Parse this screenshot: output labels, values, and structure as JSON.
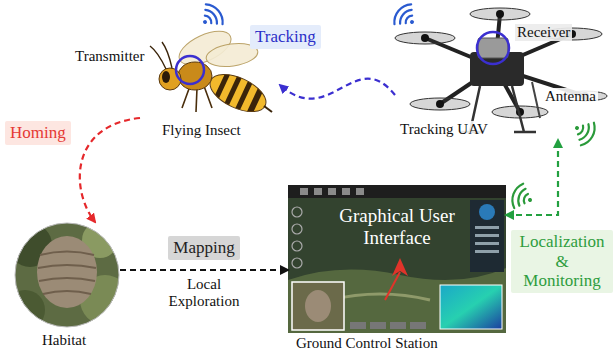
{
  "diagram": {
    "nodes": [
      {
        "text": [
          "Transmitter",
          "Flying Insect"
        ]
      },
      {
        "text": [
          "Receiver",
          "Antenna",
          "Tracking UAV"
        ]
      },
      {
        "text": [
          "Habitat"
        ]
      },
      {
        "text": [
          "Graphical User Interface",
          "Ground Control Station"
        ]
      }
    ],
    "edges": [
      {
        "from": 1,
        "to": 0,
        "label": "Tracking",
        "arrow": "to"
      },
      {
        "from": 0,
        "to": 2,
        "label": "Homing",
        "arrow": "to"
      },
      {
        "from": 2,
        "to": 3,
        "label": "Mapping",
        "arrow": "to"
      },
      {
        "from": 3,
        "to": 1,
        "label": "Localization & Monitoring",
        "arrow": "both"
      }
    ],
    "labels": [
      "Local Exploration"
    ]
  }
}
